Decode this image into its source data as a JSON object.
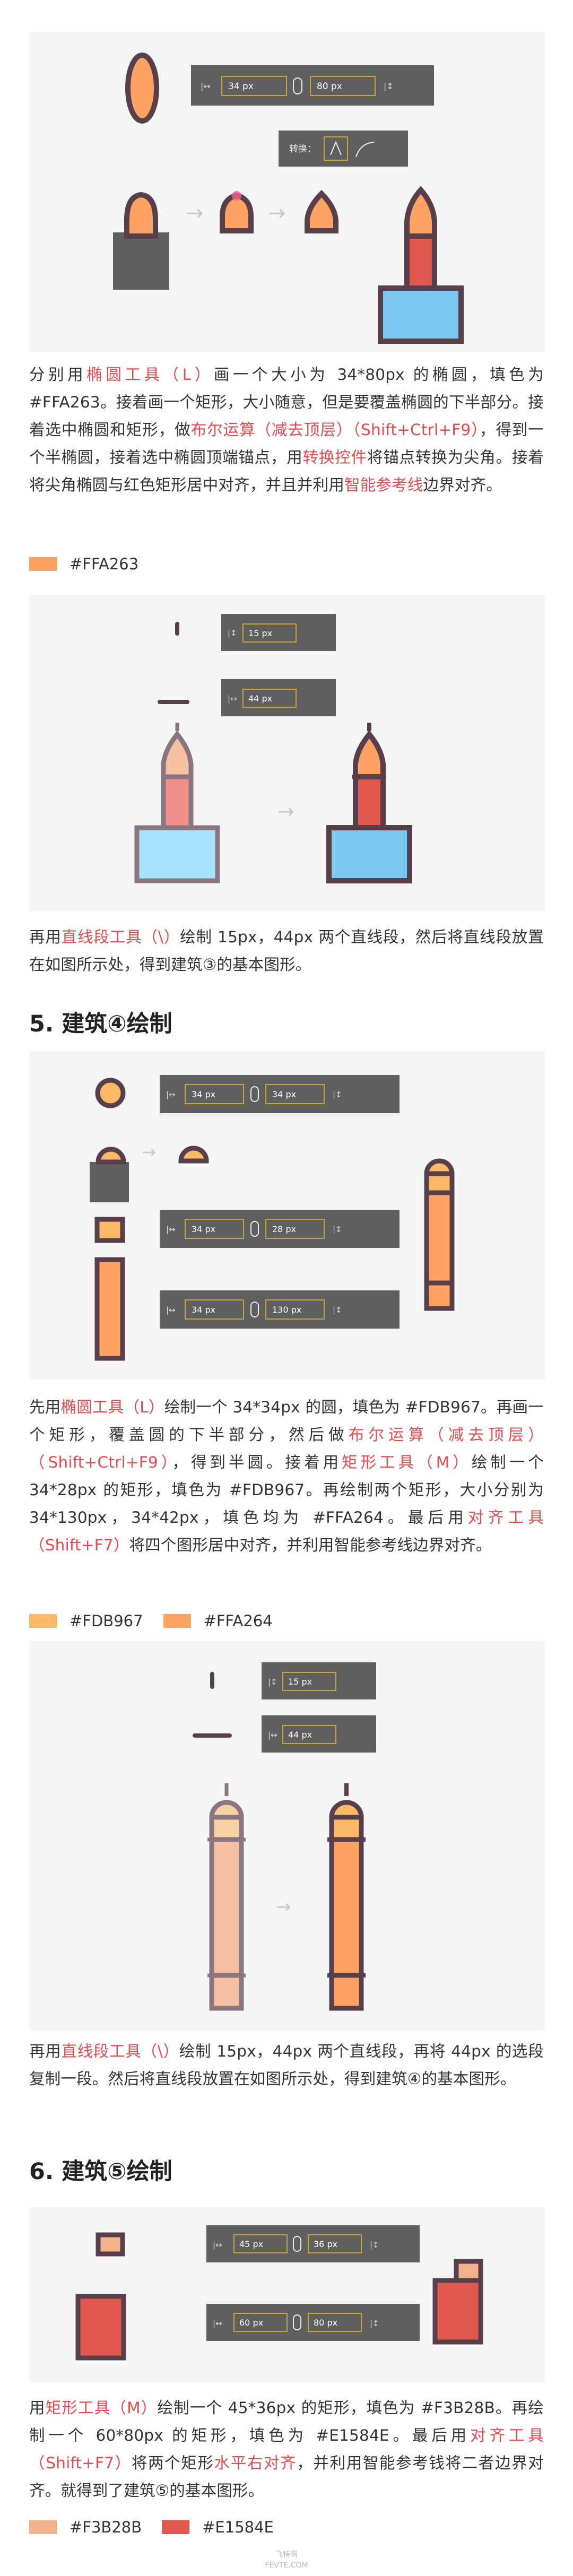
{
  "colors": {
    "outline": "#573f4c",
    "orange": "#FFA263",
    "red": "#E1584E",
    "blue": "#7BC9F0",
    "lightblue": "#a9e2fb",
    "pinkred": "#f0908a",
    "panel": "#f5f5f5",
    "toolbar": "#5f5f5f",
    "field_border": "#c9a634",
    "accent_text": "#e84a50",
    "yellow_circle": "#FDB967",
    "f3b28b": "#F3B28B"
  },
  "dim": {
    "unit": "px",
    "p1_w": "34 px",
    "p1_h": "80 px",
    "p2_a": "15 px",
    "p2_b": "44 px",
    "p3_w1": "34 px",
    "p3_h1": "34 px",
    "p3_w2": "34 px",
    "p3_h2": "28 px",
    "p3_w3": "34 px",
    "p3_h3": "130 px",
    "p3_w4": "34 px",
    "p3_h4": "42 px",
    "p4_a": "15 px",
    "p4_b": "44 px",
    "p5_w1": "45 px",
    "p5_h1": "36 px",
    "p5_w2": "60 px",
    "p5_h2": "80 px",
    "convert_label": "转换："
  },
  "section1": {
    "t1": "分别用",
    "t1a": "椭圆工具（L）",
    "t1b": "画一个大小为 34*80px 的椭圆，填色为 #FFA263。接着画一个矩形，大小随意，但是要覆盖椭圆的下半部分。接着选中椭圆和矩形，做",
    "t1c": "布尔运算（减去顶层）（Shift+Ctrl+F9）",
    "t1d": "，得到一个半椭圆，接着选中椭圆顶端锚点，用",
    "t1e": "转换控件",
    "t1f": "将锚点转换为尖角。接着将尖角椭圆与红色矩形居中对齐，并且并利用",
    "t1g": "智能参考线",
    "t1h": "边界对齐。",
    "swatch": "#FFA263"
  },
  "section2": {
    "t1": "再用",
    "t1a": "直线段工具（\\）",
    "t1b": "绘制 15px，44px 两个直线段，然后将直线段放置在如图所示处，得到建筑③的基本图形。"
  },
  "heading5": "5. 建筑④绘制",
  "section3": {
    "t1": "先用",
    "t1a": "椭圆工具（L）",
    "t1b": "绘制一个 34*34px 的圆，填色为 #FDB967。再画一个矩形，覆盖圆的下半部分，然后做",
    "t1c": "布尔运算（减去顶层）（Shift+Ctrl+F9）",
    "t1d": "，得到半圆。接着用",
    "t1e": "矩形工具（M）",
    "t1f": "绘制一个 34*28px 的矩形，填色为 #FDB967。再绘制两个矩形，大小分别为 34*130px，34*42px，填色均为 #FFA264。最后用",
    "t1g": "对齐工具（Shift+F7）",
    "t1h": "将四个图形居中对齐，并利用智能参考线边界对齐。",
    "swatch1": "#FDB967",
    "swatch2": "#FFA264"
  },
  "section4": {
    "t1": "再用",
    "t1a": "直线段工具（\\）",
    "t1b": "绘制 15px，44px 两个直线段，再将 44px 的选段复制一段。然后将直线段放置在如图所示处，得到建筑④的基本图形。"
  },
  "heading6": "6. 建筑⑤绘制",
  "section5": {
    "t1": "用",
    "t1a": "矩形工具（M）",
    "t1b": "绘制一个 45*36px 的矩形，填色为 #F3B28B。再绘制一个 60*80px 的矩形，填色为 #E1584E。最后用",
    "t1c": "对齐工具（Shift+F7）",
    "t1d": "将两个矩形",
    "t1e": "水平右对齐",
    "t1f": "，并利用智能参考钱将二者边界对齐。就得到了建筑⑤的基本图形。",
    "swatch1": "#F3B28B",
    "swatch2": "#E1584E"
  },
  "footer": {
    "line1": "飞特网",
    "line2": "FEVTE.COM"
  }
}
